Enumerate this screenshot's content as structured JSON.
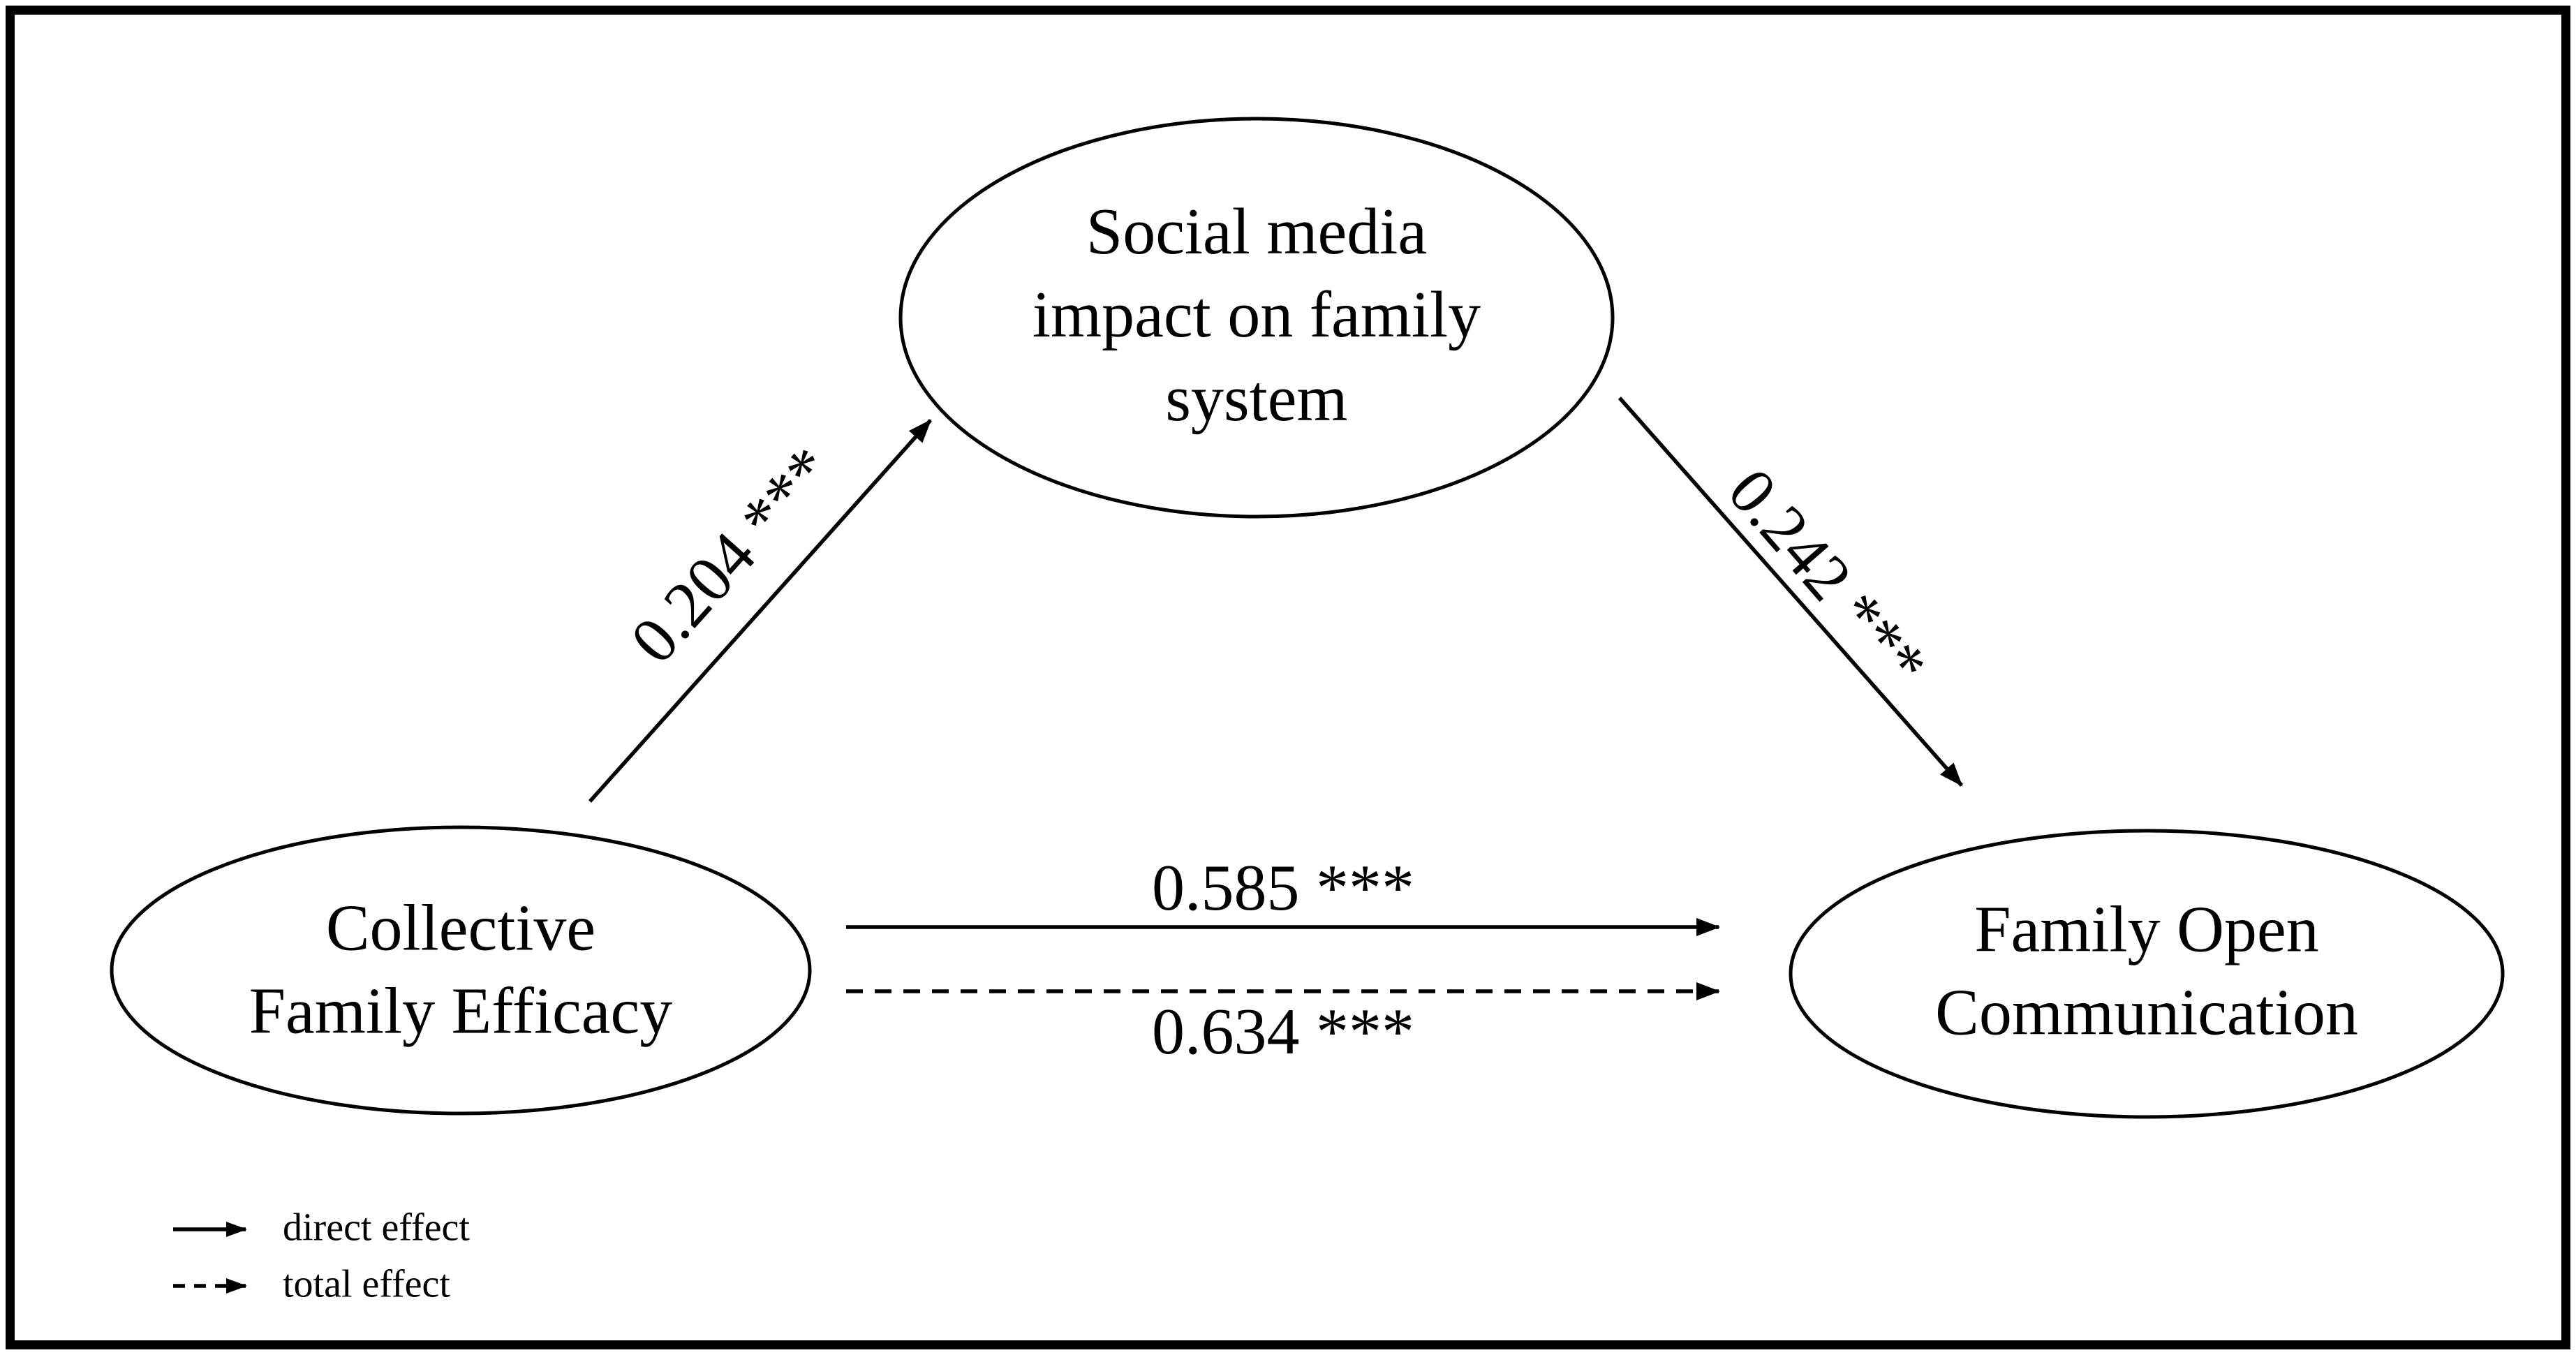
{
  "colors": {
    "ink": "#000000",
    "background": "#ffffff"
  },
  "nodes": {
    "mediator": {
      "role": "mediator",
      "lines": [
        "Social media",
        "impact on family",
        "system"
      ]
    },
    "predictor": {
      "role": "independent-variable",
      "lines": [
        "Collective",
        "Family Efficacy"
      ]
    },
    "outcome": {
      "role": "dependent-variable",
      "lines": [
        "Family Open",
        "Communication"
      ]
    }
  },
  "paths": [
    {
      "from": "Collective Family Efficacy",
      "to": "Social media impact on family system",
      "coefficient": "0.204 ***",
      "line_style": "solid",
      "effect_type": "direct effect"
    },
    {
      "from": "Social media impact on family system",
      "to": "Family Open Communication",
      "coefficient": "0.242 ***",
      "line_style": "solid",
      "effect_type": "direct effect"
    },
    {
      "from": "Collective Family Efficacy",
      "to": "Family Open Communication",
      "coefficient": "0.585 ***",
      "line_style": "solid",
      "effect_type": "direct effect"
    },
    {
      "from": "Collective Family Efficacy",
      "to": "Family Open Communication",
      "coefficient": "0.634 ***",
      "line_style": "dashed",
      "effect_type": "total effect"
    }
  ],
  "legend": {
    "items": [
      {
        "marker": "solid-arrow",
        "label": "direct effect"
      },
      {
        "marker": "dashed-arrow",
        "label": "total effect"
      }
    ]
  }
}
